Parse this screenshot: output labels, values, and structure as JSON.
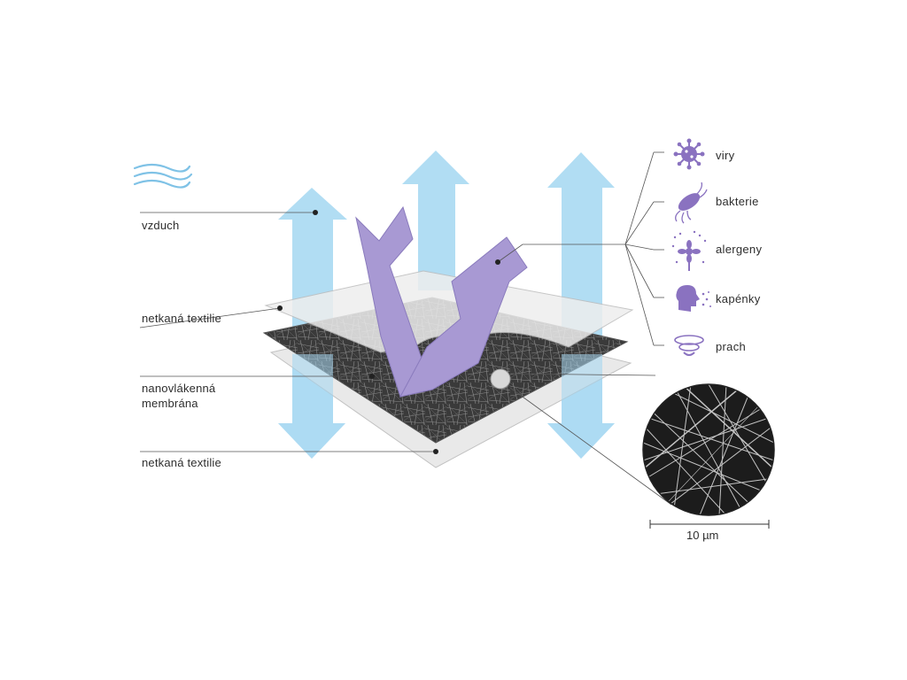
{
  "layers": {
    "air": "vzduch",
    "nonwoven_top": "netkaná textilie",
    "membrane_line1": "nanovlákenná",
    "membrane_line2": "membrána",
    "nonwoven_bottom": "netkaná textilie"
  },
  "pollutants": [
    {
      "label": "viry",
      "icon": "virus-icon"
    },
    {
      "label": "bakterie",
      "icon": "bacteria-icon"
    },
    {
      "label": "alergeny",
      "icon": "pollen-flower-icon"
    },
    {
      "label": "kapénky",
      "icon": "droplets-head-icon"
    },
    {
      "label": "prach",
      "icon": "dust-swirl-icon"
    }
  ],
  "scale_bar": "10 µm",
  "colors": {
    "air_arrow": "#a9d9f2",
    "pollutant_arrow": "#a899d3",
    "icon_purple": "#8a72c0",
    "membrane": "#3c3c3c",
    "wind": "#7fc2e6"
  }
}
